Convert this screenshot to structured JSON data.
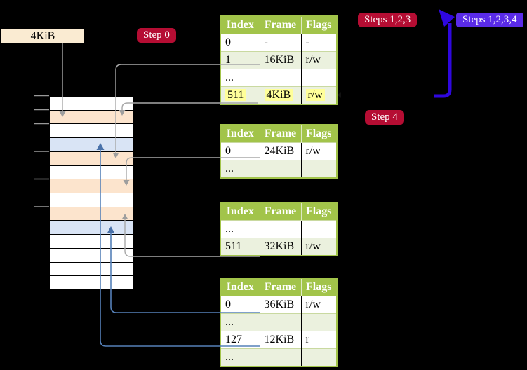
{
  "colors": {
    "background": "#000000",
    "table_header_bg": "#A2C44A",
    "table_alt_row_bg": "#EBF1DE",
    "highlight_bg": "#FFFF99",
    "frame_peach": "#FCE4CD",
    "frame_blue": "#D9E4F5",
    "label_box_bg": "#FAEBD2",
    "badge_red_bg": "#B50D33",
    "badge_purple_bg": "#5A2BE8",
    "connector_gray": "#A8A8A8",
    "connector_blue": "#5580B8",
    "big_arrow_blue": "#2F07DF"
  },
  "label_box": {
    "text": "4KiB"
  },
  "badges": {
    "step0": "Step 0",
    "steps123": "Steps 1,2,3",
    "steps1234": "Steps 1,2,3,4",
    "step4": "Step 4"
  },
  "memory_column": {
    "rows": [
      "white",
      "peach",
      "white",
      "blue",
      "peach",
      "white",
      "peach",
      "white",
      "peach",
      "blue",
      "white",
      "white",
      "white",
      "white"
    ]
  },
  "tables": [
    {
      "headers": [
        "Index",
        "Frame",
        "Flags"
      ],
      "rows": [
        {
          "cells": [
            "0",
            "-",
            "-"
          ]
        },
        {
          "cells": [
            "1",
            "16KiB",
            "r/w"
          ]
        },
        {
          "cells": [
            "...",
            "",
            ""
          ]
        },
        {
          "cells": [
            "511",
            "4KiB",
            "r/w"
          ],
          "highlight": true
        }
      ]
    },
    {
      "headers": [
        "Index",
        "Frame",
        "Flags"
      ],
      "rows": [
        {
          "cells": [
            "0",
            "24KiB",
            "r/w"
          ]
        },
        {
          "cells": [
            "...",
            "",
            ""
          ]
        }
      ]
    },
    {
      "headers": [
        "Index",
        "Frame",
        "Flags"
      ],
      "rows": [
        {
          "cells": [
            "...",
            "",
            ""
          ]
        },
        {
          "cells": [
            "511",
            "32KiB",
            "r/w"
          ]
        }
      ]
    },
    {
      "headers": [
        "Index",
        "Frame",
        "Flags"
      ],
      "rows": [
        {
          "cells": [
            "0",
            "36KiB",
            "r/w"
          ]
        },
        {
          "cells": [
            "...",
            "",
            ""
          ]
        },
        {
          "cells": [
            "127",
            "12KiB",
            "r"
          ]
        },
        {
          "cells": [
            "...",
            "",
            ""
          ]
        }
      ]
    }
  ]
}
